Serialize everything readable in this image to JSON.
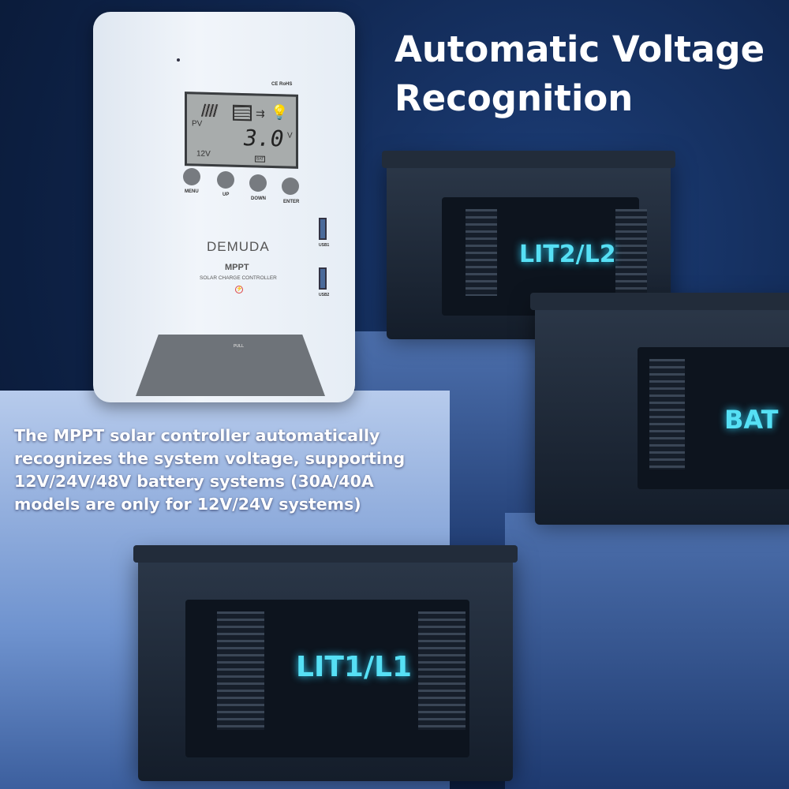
{
  "headline": {
    "line1": "Automatic Voltage",
    "line2": "Recognition"
  },
  "description": [
    "The MPPT solar controller automatically",
    "recognizes the system voltage, supporting",
    "12V/24V/48V battery systems (30A/40A",
    "models are only for 12V/24V systems)"
  ],
  "controller": {
    "brand": "DEMUDA",
    "model": "MPPT",
    "subtitle": "SOLAR CHARGE CONTROLLER",
    "certs": "CE RoHS",
    "lcd": {
      "pv": "PV",
      "system_voltage": "12V",
      "reading": "3.0",
      "unit": "V",
      "bat": "BAT"
    },
    "buttons": [
      "MENU",
      "UP",
      "DOWN",
      "ENTER"
    ],
    "usb_labels": [
      "USB1",
      "USB2"
    ],
    "pull_label": "PULL"
  },
  "batteries": [
    {
      "label": "LIT2/L2"
    },
    {
      "label": "BAT"
    },
    {
      "label": "LIT1/L1"
    }
  ],
  "colors": {
    "glow": "#56e0f5",
    "background": "#10264f"
  }
}
